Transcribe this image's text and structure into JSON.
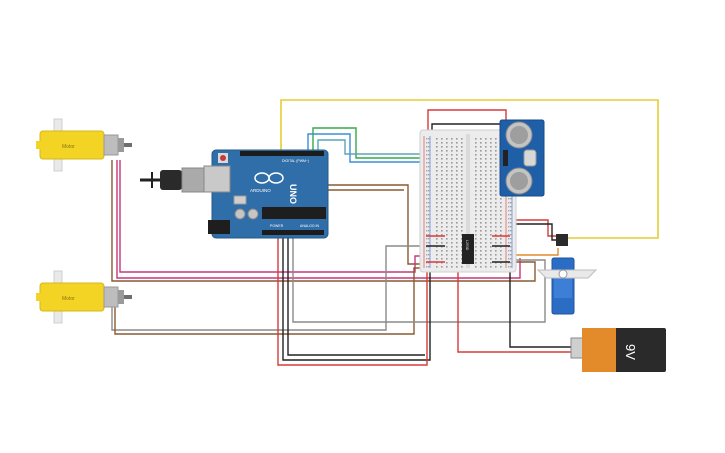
{
  "arduino": {
    "model": "UNO",
    "brand": "ARDUINO",
    "digital_label": "DIGITAL (PWM~)",
    "power_label": "POWER",
    "analog_label": "ANALOG IN"
  },
  "battery": {
    "label": "9V"
  },
  "motors": [
    {
      "label": "Motor"
    },
    {
      "label": "Motor"
    }
  ],
  "ic": {
    "label": "L293D"
  },
  "colors": {
    "arduino": "#2f6ea8",
    "motor_yellow": "#f3d324",
    "breadboard": "#ececec",
    "ultrasonic": "#1f5fa8",
    "servo": "#2b6cc4",
    "battery_dark": "#2a2a2a",
    "battery_orange": "#e38a2b",
    "wire_red": "#d83a3a",
    "wire_black": "#222222",
    "wire_yellow": "#e6cc33",
    "wire_green": "#35a84a",
    "wire_blue": "#3b8fd8",
    "wire_pink": "#c8367c",
    "wire_brown": "#8a5a32",
    "wire_gray": "#8a8a8a"
  }
}
